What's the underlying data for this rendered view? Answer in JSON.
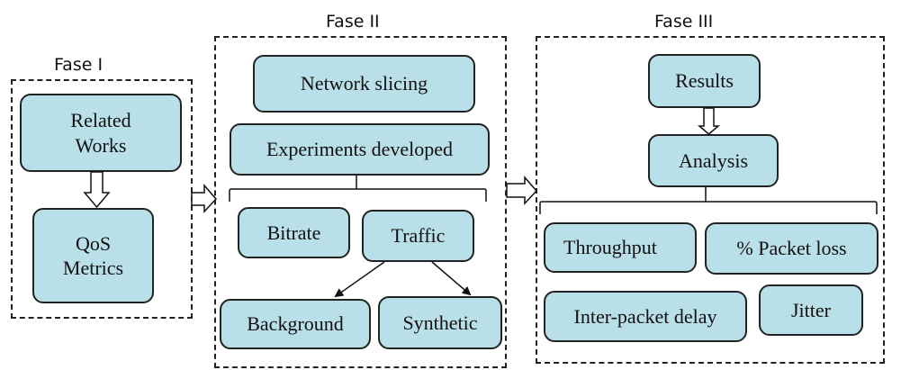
{
  "phases": [
    {
      "title": "Fase I",
      "nodes": [
        "Related Works",
        "QoS Metrics"
      ]
    },
    {
      "title": "Fase II",
      "nodes": [
        "Network slicing",
        "Experiments developed",
        "Bitrate",
        "Traffic",
        "Background",
        "Synthetic"
      ]
    },
    {
      "title": "Fase III",
      "nodes": [
        "Results",
        "Analysis",
        "Throughput",
        "% Packet loss",
        "Inter-packet delay",
        "Jitter"
      ]
    }
  ],
  "colors": {
    "node_fill": "#b9dfe8",
    "stroke": "#222222"
  }
}
